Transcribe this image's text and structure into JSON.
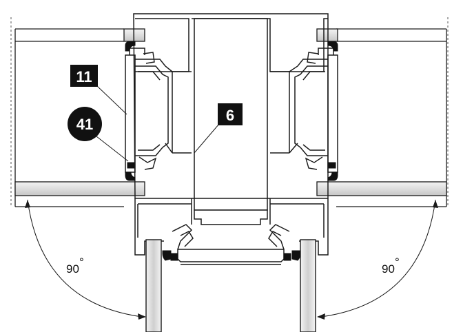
{
  "callouts": {
    "c11": "11",
    "c41": "41",
    "c6": "6"
  },
  "angles": {
    "left": "90",
    "right": "90",
    "degree_symbol": "°"
  },
  "colors": {
    "stroke": "#1a1a1a",
    "callout_fill": "#111111",
    "callout_text": "#ffffff",
    "glass_gradient_light": "#f2f2f2",
    "glass_gradient_dark": "#c9c9c9",
    "gasket": "#111111"
  }
}
